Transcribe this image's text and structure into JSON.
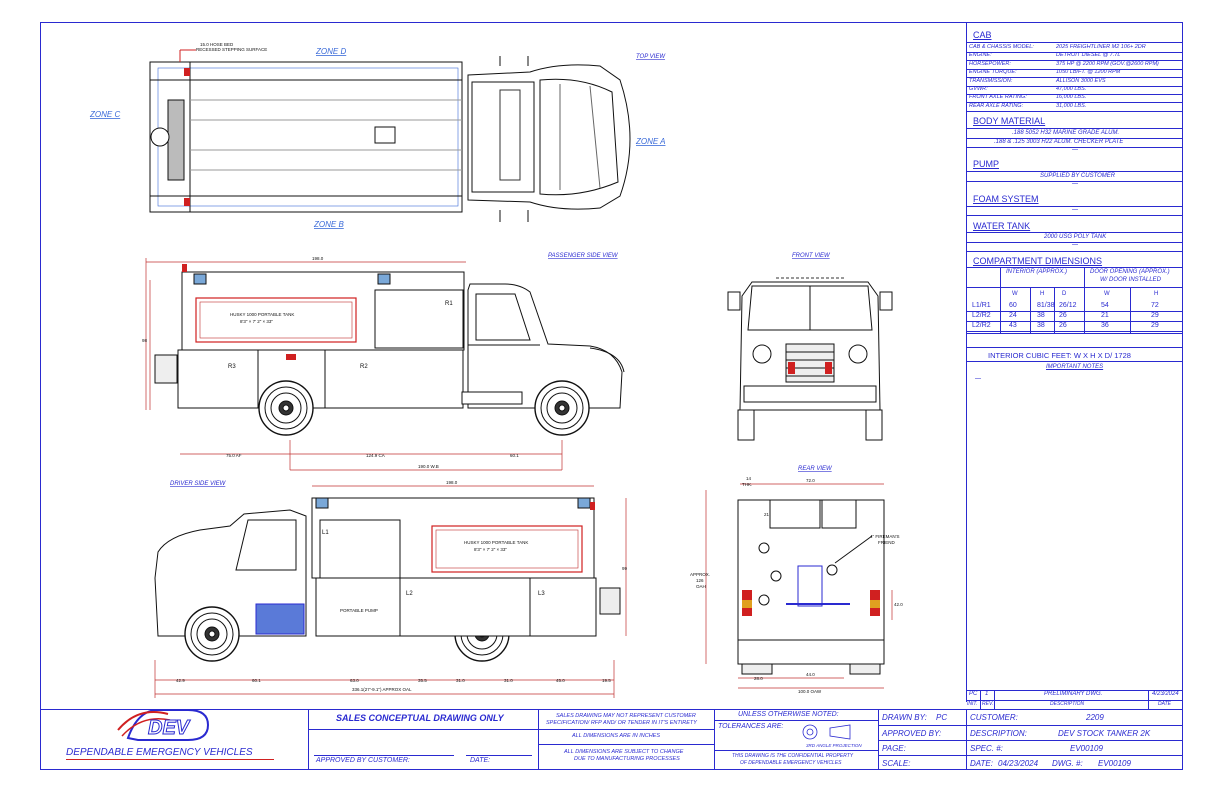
{
  "views": {
    "top": "TOP VIEW",
    "passenger": "PASSENGER SIDE VIEW",
    "front": "FRONT VIEW",
    "driver": "DRIVER SIDE VIEW",
    "rear": "REAR VIEW"
  },
  "zones": {
    "a": "ZONE A",
    "b": "ZONE B",
    "c": "ZONE C",
    "d": "ZONE D"
  },
  "notes": {
    "hose_bed_1": "15.0 HOSE BED",
    "hose_bed_2": "RECESSED STEPPING SURFACE",
    "tank_1": "HUSKY 1000 PORTABLE TANK",
    "tank_2": "8'3\" × 7' 2\" × 33\"",
    "portable_pump": "PORTABLE PUMP",
    "friend_1": "4\" FIREMAN'S",
    "friend_2": "FRIEND",
    "approx_1": "APPROX.",
    "approx_2": "126",
    "approx_3": "OAH",
    "thk": "THK."
  },
  "compartment_labels": [
    "R1",
    "R2",
    "R3",
    "L1",
    "L2",
    "L3"
  ],
  "dimensions": {
    "body_len_top": "198.0",
    "pass_height": "98",
    "pass_oh": "75.0 AF",
    "pass_ca": "124.9 CA",
    "pass_bf": "60.1",
    "pass_wb": "190.0 W.B",
    "driver_body": "198.0",
    "driver_height": "99",
    "d1": "42.9",
    "d2": "60.1",
    "d3": "63.0",
    "d4": "35.5",
    "d5": "31.0",
    "d6": "31.0",
    "d7": "45.0",
    "d8": "19.5",
    "overall": "336.1(27'-9.1\") APPROX OAL",
    "rear_top": "72.0",
    "rear_14": "14",
    "rear_21": "21",
    "rear_42": "42.0",
    "rear_28": "28.0",
    "rear_44": "44.0",
    "rear_oaw": "100.0 OAW"
  },
  "spec": {
    "cab_title": "CAB",
    "cab_rows": [
      {
        "label": "CAB & CHASSIS MODEL:",
        "value": "2025 FREIGHTLINER M2 106+ 2DR"
      },
      {
        "label": "ENGINE:",
        "value": "DETROIT DIESEL @ 7.7L"
      },
      {
        "label": "HORSEPOWER:",
        "value": "375 HP @ 2200 RPM (GOV.@2600 RPM)"
      },
      {
        "label": "ENGINE TORQUE:",
        "value": "1050 LB/FT. @ 1200 RPM"
      },
      {
        "label": "TRANSMISSION:",
        "value": "ALLISON 3000 EVS"
      },
      {
        "label": "GVWR:",
        "value": "47,000 LBS."
      },
      {
        "label": "FRONT AXLE RATING:",
        "value": "16,000 LBS."
      },
      {
        "label": "REAR AXLE RATING:",
        "value": "31,000 LBS."
      }
    ],
    "body_title": "BODY MATERIAL",
    "body_rows": [
      ".188 5052 H32 MARINE GRADE ALUM.",
      ".188 & .125 3003 H22 ALUM. CHECKER PLATE",
      "—"
    ],
    "pump_title": "PUMP",
    "pump_rows": [
      "SUPPLIED BY CUSTOMER",
      "—"
    ],
    "foam_title": "FOAM SYSTEM",
    "foam_rows": [
      "—"
    ],
    "water_title": "WATER TANK",
    "water_rows": [
      "2000 USG POLY TANK",
      "—"
    ],
    "comp_title": "COMPARTMENT DIMENSIONS",
    "comp_interior": "INTERIOR (APPROX.)",
    "comp_door_1": "DOOR OPENING (APPROX.)",
    "comp_door_2": "W/ DOOR INSTALLED",
    "comp_cols": [
      "W",
      "H",
      "D",
      "W",
      "H"
    ],
    "comp_rows": [
      {
        "name": "L1/R1",
        "cells": [
          "60",
          "81/38",
          "26/12",
          "54",
          "72"
        ]
      },
      {
        "name": "L2/R2",
        "cells": [
          "24",
          "38",
          "26",
          "21",
          "29"
        ]
      },
      {
        "name": "L2/R2",
        "cells": [
          "43",
          "38",
          "26",
          "36",
          "29"
        ]
      }
    ],
    "cubic_feet": "INTERIOR CUBIC FEET:  W X H X D/ 1728",
    "important_notes": "IMPORTANT NOTES",
    "notes_dash": "—"
  },
  "revision": {
    "init": "PC",
    "rev": "1",
    "desc": "PRELIMINARY DWG.",
    "date": "4/23/2024",
    "h_init": "INIT.",
    "h_rev": "REV.",
    "h_desc": "DESCRIPTION",
    "h_date": "DATE"
  },
  "title_block": {
    "company": "DEPENDABLE EMERGENCY VEHICLES",
    "logo_letters": "DEV",
    "sales_only": "SALES CONCEPTUAL DRAWING ONLY",
    "approved_customer": "APPROVED BY CUSTOMER:",
    "date_label": "DATE:",
    "disclaimer_1": "SALES DRAWING MAY NOT REPRESENT CUSTOMER",
    "disclaimer_2": "SPECIFICATION/ RFP AND/ OR TENDER IN IT'S ENTIRETY",
    "inches": "ALL DIMENSIONS ARE IN INCHES",
    "change_1": "ALL DIMENSIONS ARE SUBJECT TO CHANGE",
    "change_2": "DUE TO MANUFACTURING PROCESSES",
    "unless": "UNLESS OTHERWISE NOTED:",
    "tolerances": "TOLERANCES ARE:",
    "projection": "3RD ANGLE PROJECTION",
    "confidential_1": "THIS DRAWING IS THE CONFIDENTIAL PROPERTY",
    "confidential_2": "OF DEPENDABLE EMERGENCY VEHICLES",
    "drawn_by_label": "DRAWN BY:",
    "drawn_by": "PC",
    "approved_by_label": "APPROVED BY:",
    "page_label": "PAGE:",
    "scale_label": "SCALE:",
    "customer_label": "CUSTOMER:",
    "customer": "2209",
    "description_label": "DESCRIPTION:",
    "description": "DEV STOCK TANKER 2K",
    "spec_label": "SPEC. #:",
    "spec_no": "EV00109",
    "date_full_label": "DATE:",
    "date": "04/23/2024",
    "dwg_label": "DWG. #:",
    "dwg_no": "EV00109"
  },
  "colors": {
    "border": "#2a2ad0",
    "ink": "#111111",
    "red": "#d02020",
    "dim_red": "#c03030",
    "dim_blue": "#3a6ad8"
  }
}
